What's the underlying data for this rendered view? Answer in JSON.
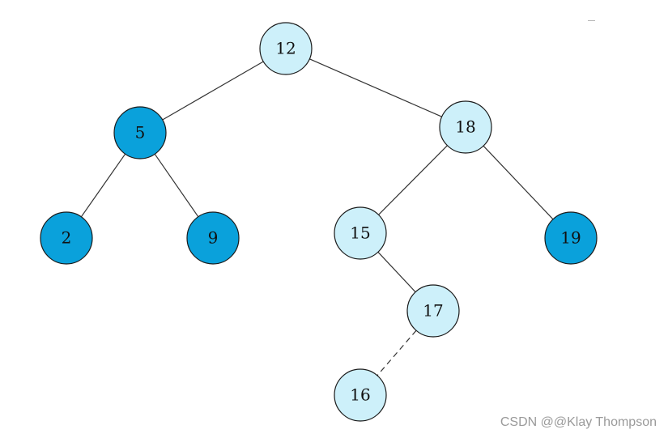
{
  "colors": {
    "highlight": "#0aa1db",
    "normal": "#cdf0fa",
    "stroke": "#1a1a1a"
  },
  "tree": {
    "nodes": [
      {
        "id": "n12",
        "label": "12",
        "highlight": false
      },
      {
        "id": "n5",
        "label": "5",
        "highlight": true
      },
      {
        "id": "n18",
        "label": "18",
        "highlight": false
      },
      {
        "id": "n2",
        "label": "2",
        "highlight": true
      },
      {
        "id": "n9",
        "label": "9",
        "highlight": true
      },
      {
        "id": "n15",
        "label": "15",
        "highlight": false
      },
      {
        "id": "n19",
        "label": "19",
        "highlight": true
      },
      {
        "id": "n17",
        "label": "17",
        "highlight": false
      },
      {
        "id": "n16",
        "label": "16",
        "highlight": false
      }
    ],
    "edges": [
      {
        "from": "n12",
        "to": "n5",
        "style": "solid"
      },
      {
        "from": "n12",
        "to": "n18",
        "style": "solid"
      },
      {
        "from": "n5",
        "to": "n2",
        "style": "solid"
      },
      {
        "from": "n5",
        "to": "n9",
        "style": "solid"
      },
      {
        "from": "n18",
        "to": "n15",
        "style": "solid"
      },
      {
        "from": "n18",
        "to": "n19",
        "style": "solid"
      },
      {
        "from": "n15",
        "to": "n17",
        "style": "solid"
      },
      {
        "from": "n17",
        "to": "n16",
        "style": "dashed"
      }
    ]
  },
  "watermark": "CSDN @@Klay Thompson"
}
